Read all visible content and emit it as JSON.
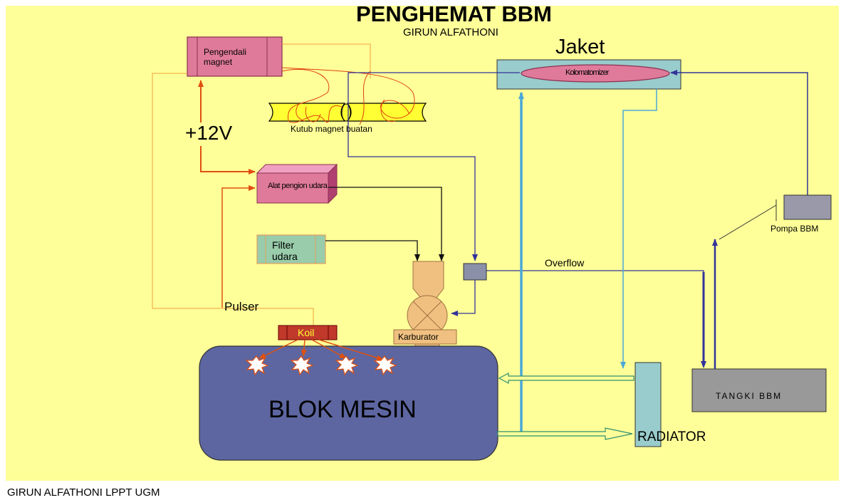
{
  "title": "PENGHEMAT BBM",
  "subtitle": "GIRUN ALFATHONI",
  "footer": "GIRUN ALFATHONI LPPT UGM",
  "colors": {
    "background": "#ffff99",
    "engine_block": "#5d66a0",
    "pink_component": "#e07a9a",
    "cyan_component": "#99cccc",
    "tank": "#999999",
    "pump": "#9999aa",
    "coil": "#c0392b",
    "carburetor": "#f0c080",
    "fuel_line": "#33339a",
    "coolant_line": "#66ccee",
    "ignition_wire": "#e05010"
  },
  "components": {
    "magnet_controller": "Pengendali magnet",
    "magnet_poles": "Kutub magnet buatan",
    "voltage": "+12V",
    "air_ionizer": "Alat pengion udara",
    "air_filter": "Filter udara",
    "jacket": "Jaket",
    "atomizer": "Kolomatomizer",
    "fuel_pump": "Pompa BBM",
    "overflow": "Overflow",
    "carburetor": "Karburator",
    "pulser": "Pulser",
    "coil": "Koil",
    "engine_block": "BLOK MESIN",
    "radiator": "RADIATOR",
    "fuel_tank": "TANGKI BBM"
  }
}
